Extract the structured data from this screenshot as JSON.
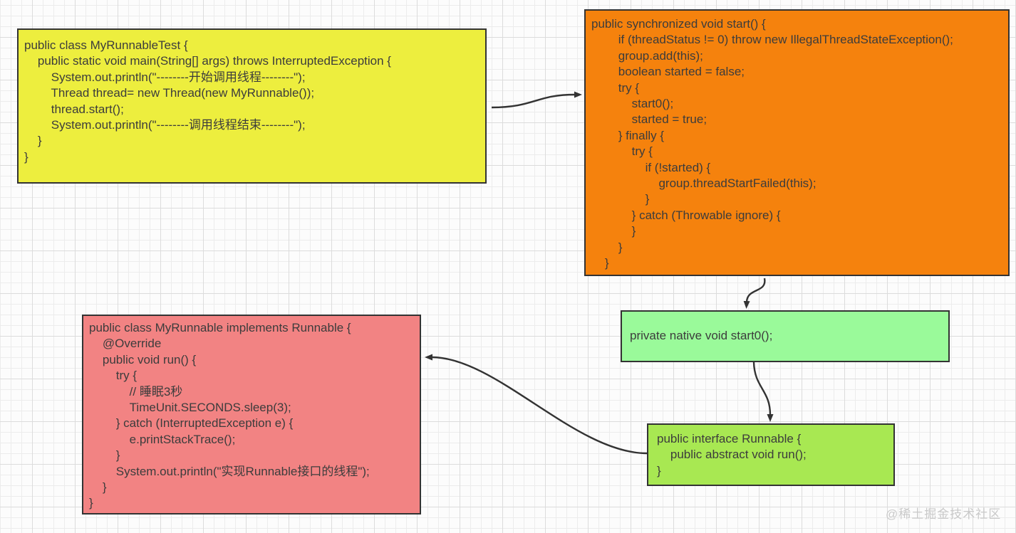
{
  "colors": {
    "background": "#fcfcfc",
    "grid_minor": "#ececec",
    "grid_major": "#dcdcdc",
    "border": "#333333",
    "text": "#3c3c3c",
    "arrow": "#333333",
    "yellow_box": "#EDEE3E",
    "orange_box": "#F5820D",
    "green_box": "#9AFA9A",
    "lightgreen_box": "#A8E852",
    "pink_box": "#F28383",
    "watermark": "#c9c9c9"
  },
  "boxes": {
    "my_runnable_test": {
      "title": "MyRunnableTest main class",
      "lines": [
        "public class MyRunnableTest {",
        "    public static void main(String[] args) throws InterruptedException {",
        "        System.out.println(\"--------开始调用线程--------\");",
        "        Thread thread= new Thread(new MyRunnable());",
        "        thread.start();",
        "        System.out.println(\"--------调用线程结束--------\");",
        "    }",
        "}"
      ]
    },
    "thread_start": {
      "title": "Thread.start() source",
      "lines": [
        "public synchronized void start() {",
        "        if (threadStatus != 0) throw new IllegalThreadStateException();",
        "        group.add(this);",
        "        boolean started = false;",
        "        try {",
        "            start0();",
        "            started = true;",
        "        } finally {",
        "            try {",
        "                if (!started) {",
        "                    group.threadStartFailed(this);",
        "                }",
        "            } catch (Throwable ignore) {",
        "            }",
        "        }",
        "    }"
      ]
    },
    "start0_native": {
      "title": "native start0 declaration",
      "lines": [
        "private native void start0();"
      ]
    },
    "runnable_interface": {
      "title": "Runnable interface",
      "lines": [
        "public interface Runnable {",
        "    public abstract void run();",
        "}"
      ]
    },
    "my_runnable_impl": {
      "title": "MyRunnable implementation",
      "lines": [
        "public class MyRunnable implements Runnable {",
        "    @Override",
        "    public void run() {",
        "        try {",
        "            // 睡眠3秒",
        "            TimeUnit.SECONDS.sleep(3);",
        "        } catch (InterruptedException e) {",
        "            e.printStackTrace();",
        "        }",
        "        System.out.println(\"实现Runnable接口的线程\");",
        "    }",
        "}"
      ]
    }
  },
  "arrows": [
    {
      "from": "my_runnable_test",
      "to": "thread_start"
    },
    {
      "from": "thread_start",
      "to": "start0_native"
    },
    {
      "from": "start0_native",
      "to": "runnable_interface"
    },
    {
      "from": "runnable_interface",
      "to": "my_runnable_impl"
    }
  ],
  "watermark": {
    "text": "@稀土掘金技术社区"
  }
}
